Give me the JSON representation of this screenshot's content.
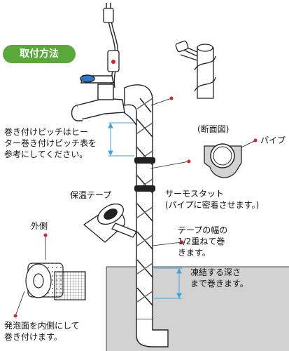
{
  "badge": "取付方法",
  "labels": {
    "pitch": [
      "巻き付けピッチはヒー",
      "ター巻き付けピッチ表を",
      "参考にしてください。"
    ],
    "section": "(断面図)",
    "pipe": "パイプ",
    "thermostat": [
      "サーモスタット",
      "(パイプに密着させます。)"
    ],
    "insulation_tape": "保温テープ",
    "outside": "外側",
    "tape_width": [
      "テープの幅の",
      "1/2重ねて巻",
      "きます。"
    ],
    "freeze_depth": [
      "凍結する深さ",
      "まで巻きます。"
    ],
    "foam_side": [
      "発泡面を内側にして",
      "巻き付けます。"
    ]
  },
  "colors": {
    "accent_red": "#d8202a",
    "guide_blue": "#3aa6d8",
    "badge_green": "#58a83a",
    "ground": "#d2d2d2"
  }
}
